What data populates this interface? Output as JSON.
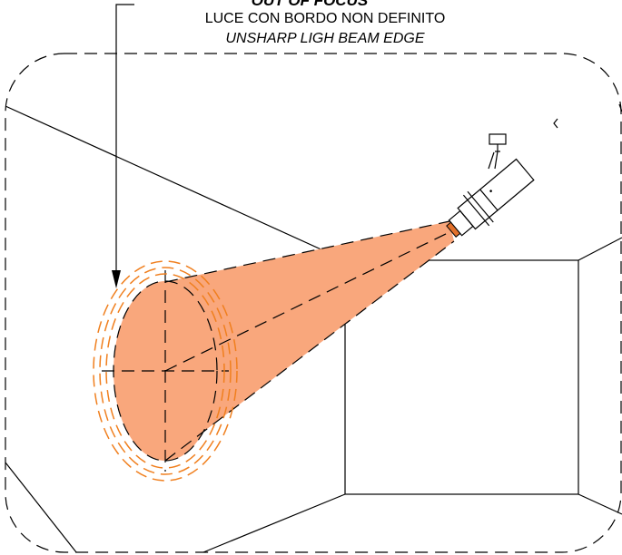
{
  "labels": {
    "title": "OUT OF FOCUS",
    "italian": "LUCE CON BORDO NON DEFINITO",
    "english": "UNSHARP LIGH BEAM EDGE"
  },
  "colors": {
    "beam_fill": "#f9a77c",
    "beam_edge_halo": "#f07f1e",
    "line": "#000000"
  }
}
